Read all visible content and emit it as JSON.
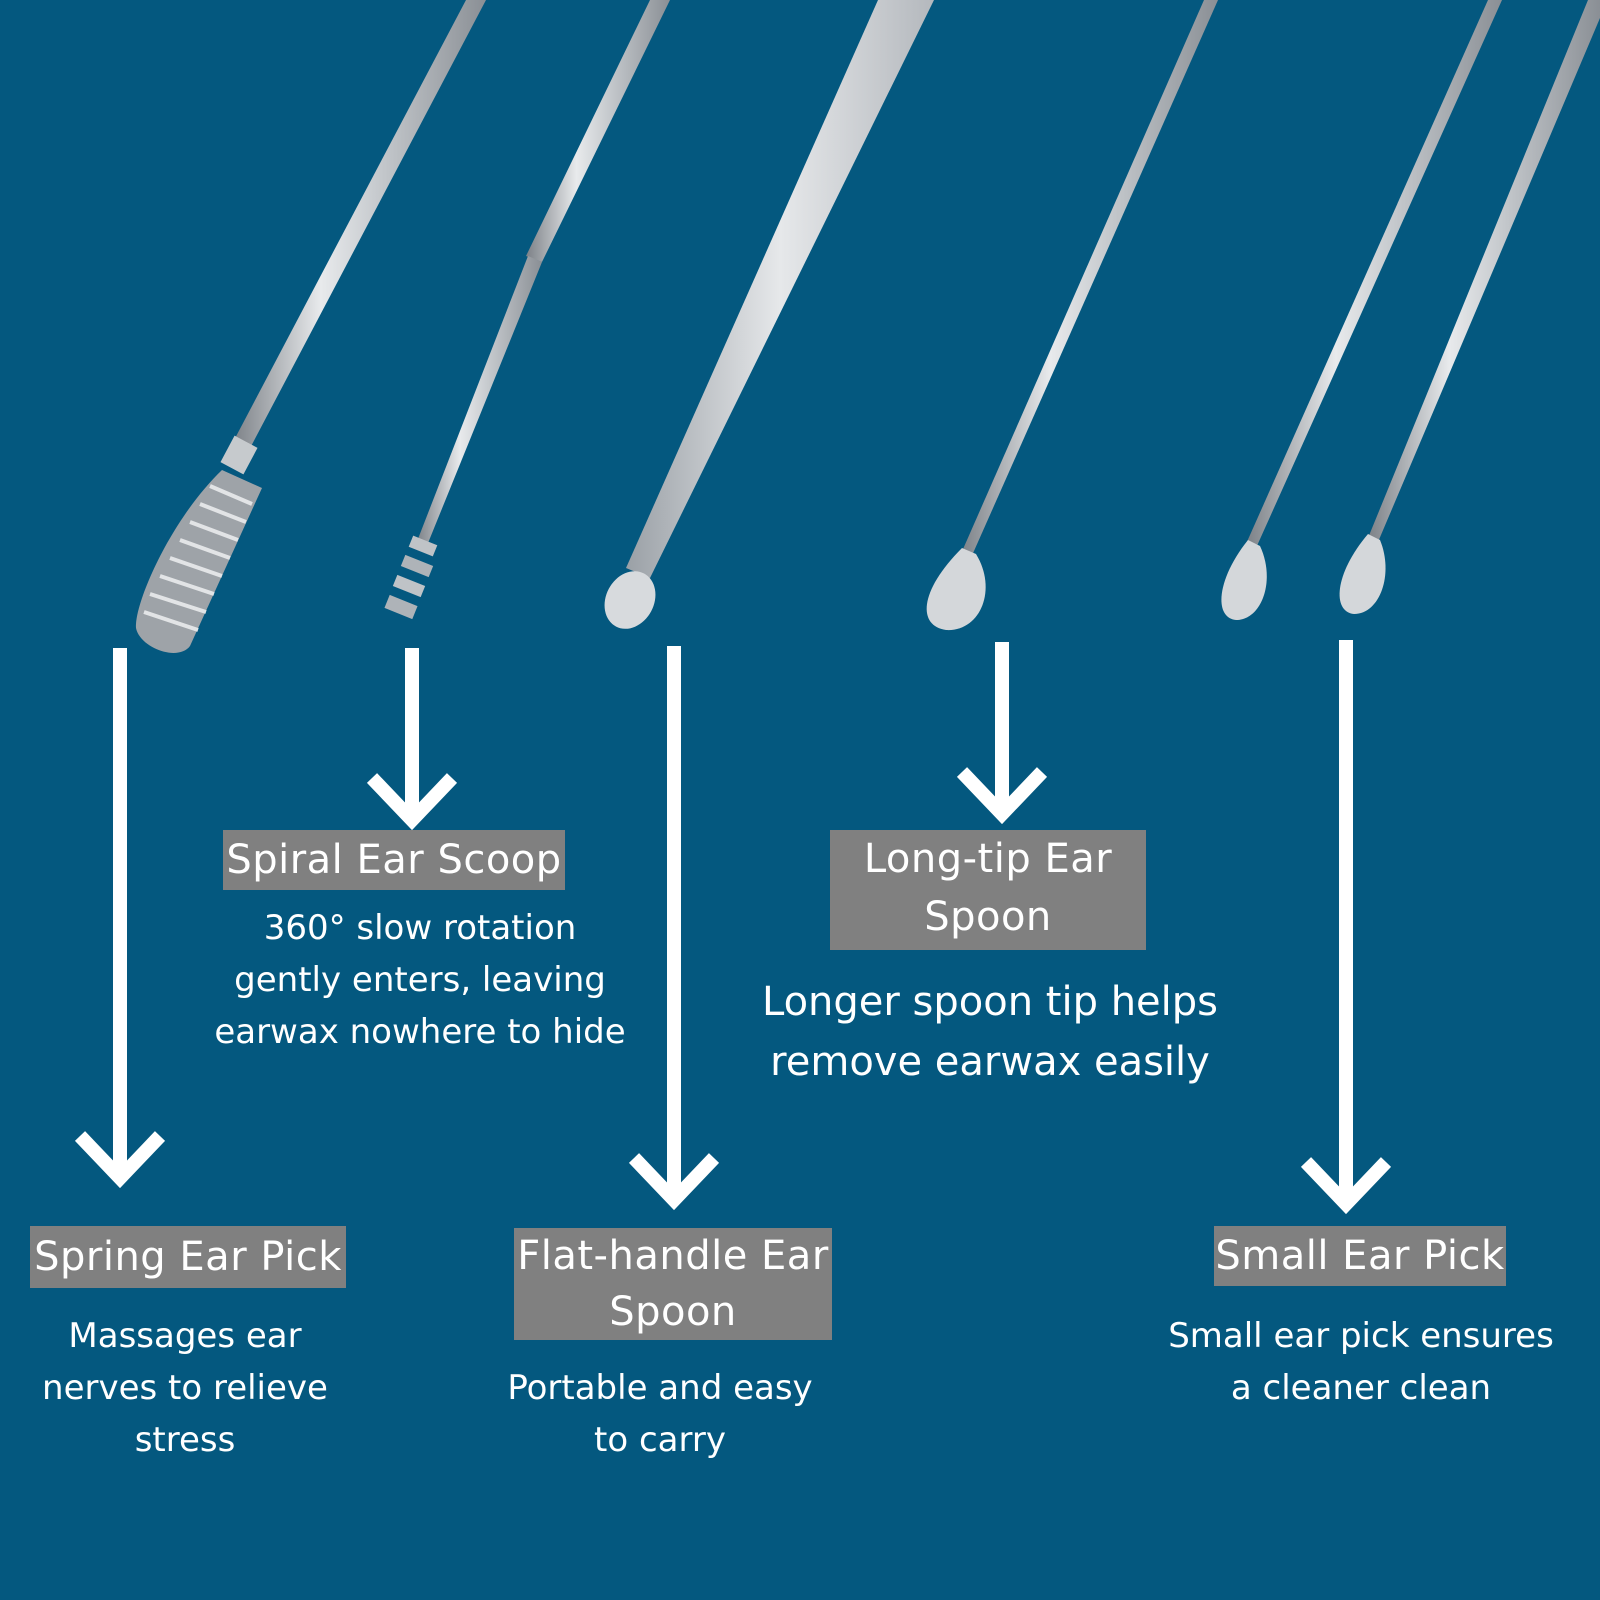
{
  "colors": {
    "background": "#04587f",
    "label_box": "#808080",
    "text": "#ffffff",
    "arrow": "#ffffff",
    "steel_light": "#e4e6e8",
    "steel_mid": "#b8bcc1",
    "steel_dark": "#7c8187"
  },
  "tools": [
    {
      "id": "spring",
      "icon": "spring-ear-pick-icon",
      "label": "Spring Ear Pick",
      "description": "Massages ear\nnerves to relieve\nstress"
    },
    {
      "id": "spiral",
      "icon": "spiral-ear-scoop-icon",
      "label": "Spiral Ear Scoop",
      "description": "360° slow rotation\ngently enters, leaving\nearwax nowhere to hide"
    },
    {
      "id": "flat",
      "icon": "flat-handle-ear-spoon-icon",
      "label": "Flat-handle Ear\nSpoon",
      "description": "Portable and easy\nto carry"
    },
    {
      "id": "longtip",
      "icon": "long-tip-ear-spoon-icon",
      "label": "Long-tip Ear\nSpoon",
      "description": "Longer spoon tip helps\nremove earwax easily"
    },
    {
      "id": "small",
      "icon": "small-ear-pick-icon",
      "label": "Small Ear Pick",
      "description": "Small ear pick ensures\na cleaner clean"
    }
  ]
}
